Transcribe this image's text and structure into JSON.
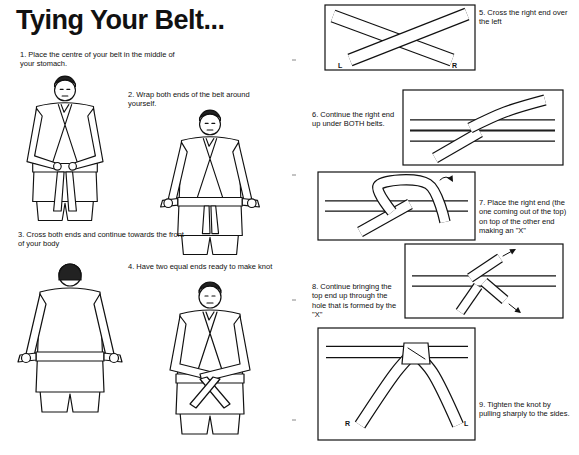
{
  "diagram": {
    "title": "Tying Your Belt...",
    "labels": [
      "1. Place the centre of your belt in the middle of your stomach.",
      "2. Wrap both ends of the belt around yourself.",
      "3. Cross both ends and continue towards the front of your body",
      "4. Have two equal ends ready to make knot",
      "5. Cross the right end over the left",
      "6. Continue the right end up under BOTH belts.",
      "7. Place the right end (the one coming out of the top) on top of the other end making an \"X\"",
      "8. Continue bringing the top end up through the hole that is formed by the \"X\"",
      "9. Tighten the knot by pulling sharply to the sides.",
      "L",
      "R",
      "R",
      "L"
    ]
  }
}
